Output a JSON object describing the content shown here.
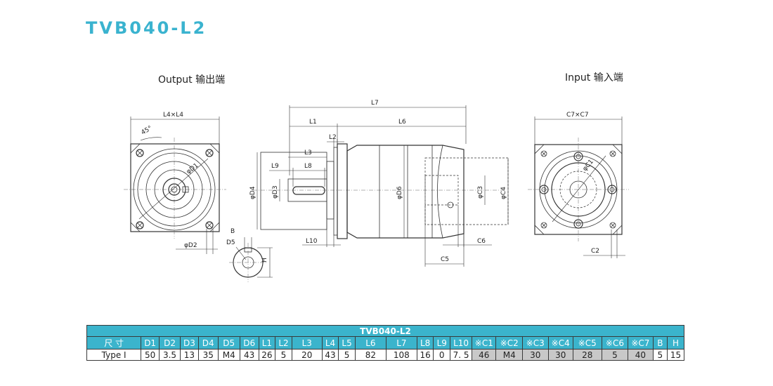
{
  "title": "TVB040-L2",
  "output_view_label": "Output  输出端",
  "input_view_label": "Input  输入端",
  "drawing_labels": {
    "output": [
      "L4×L4",
      "45°",
      "φD1",
      "φD2",
      "B",
      "D5",
      "H"
    ],
    "side": [
      "L7",
      "L1",
      "L6",
      "L2",
      "L3",
      "L9",
      "L8",
      "φD4",
      "φD3",
      "φD6",
      "φC3",
      "φC4",
      "L10",
      "C6",
      "C5"
    ],
    "input": [
      "C7×C7",
      "φC1",
      "C2"
    ]
  },
  "table": {
    "title": "TVB040-L2",
    "row_header": "尺 寸",
    "columns": [
      "D1",
      "D2",
      "D3",
      "D4",
      "D5",
      "D6",
      "L1",
      "L2",
      "L3",
      "L4",
      "L5",
      "L6",
      "L7",
      "L8",
      "L9",
      "L10",
      "※C1",
      "※C2",
      "※C3",
      "※C4",
      "※C5",
      "※C6",
      "※C7",
      "B",
      "H"
    ],
    "row_label": "Type I",
    "values": [
      "50",
      "3.5",
      "13",
      "35",
      "M4",
      "43",
      "26",
      "5",
      "20",
      "43",
      "5",
      "82",
      "108",
      "16",
      "0",
      "7. 5",
      "46",
      "M4",
      "30",
      "30",
      "28",
      "5",
      "40",
      "5",
      "15"
    ],
    "gray_columns": [
      16,
      17,
      18,
      19,
      20,
      21,
      22
    ]
  },
  "colors": {
    "accent": "#3ab3cf",
    "table_header": "#3bb4cc",
    "gray_cell": "#c8c8c8"
  }
}
